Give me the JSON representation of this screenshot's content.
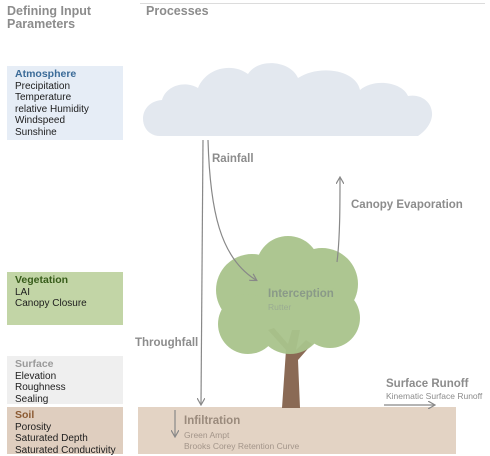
{
  "headers": {
    "left_title": "Defining Input Parameters",
    "right_title": "Processes"
  },
  "parameters": {
    "atmosphere": {
      "title": "Atmosphere",
      "items": [
        "Precipitation",
        "Temperature",
        "relative Humidity",
        "Windspeed",
        "Sunshine"
      ]
    },
    "vegetation": {
      "title": "Vegetation",
      "items": [
        "LAI",
        "Canopy Closure"
      ]
    },
    "surface": {
      "title": "Surface",
      "items": [
        "Elevation",
        "Roughness",
        "Sealing"
      ]
    },
    "soil": {
      "title": "Soil",
      "items": [
        "Porosity",
        "Saturated Depth",
        "Saturated Conductivity"
      ]
    }
  },
  "processes": {
    "rainfall": "Rainfall",
    "canopy_evaporation": "Canopy Evaporation",
    "interception": "Interception",
    "interception_method": "Rutter",
    "throughfall": "Throughfall",
    "surface_runoff": "Surface Runoff",
    "surface_runoff_method": "Kinematic Surface Runoff",
    "infiltration": "Infiltration",
    "infiltration_method_1": "Green Ampt",
    "infiltration_method_2": "Brooks Corey Retention Curve"
  },
  "colors": {
    "cloud": "#e3e8ef",
    "canopy": "#a9c48c",
    "trunk": "#8a6a55",
    "soil": "#e3d3c4",
    "arrow": "#888888"
  }
}
